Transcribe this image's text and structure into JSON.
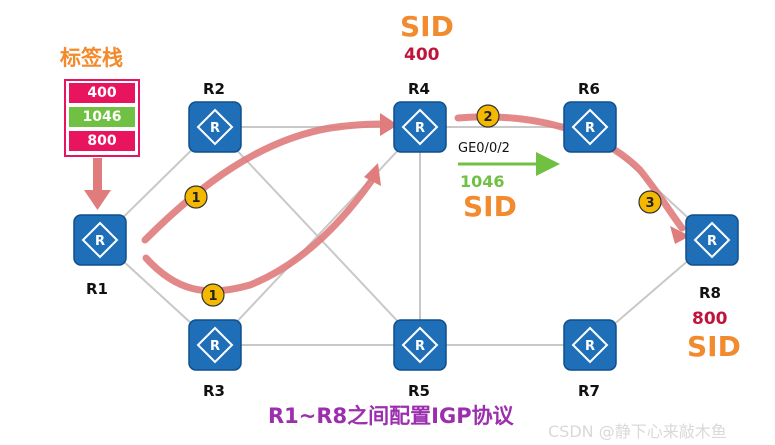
{
  "label_stack": {
    "title": "标签栈",
    "entries": [
      "400",
      "1046",
      "800"
    ],
    "colors": [
      "#e8155e",
      "#70c043",
      "#e8155e"
    ]
  },
  "routers": [
    {
      "id": "r1",
      "label": "R1"
    },
    {
      "id": "r2",
      "label": "R2"
    },
    {
      "id": "r3",
      "label": "R3"
    },
    {
      "id": "r4",
      "label": "R4"
    },
    {
      "id": "r5",
      "label": "R5"
    },
    {
      "id": "r6",
      "label": "R6"
    },
    {
      "id": "r7",
      "label": "R7"
    },
    {
      "id": "r8",
      "label": "R8"
    }
  ],
  "sids": {
    "r4": {
      "word": "SID",
      "value": "400"
    },
    "adj": {
      "word": "SID",
      "value": "1046",
      "interface": "GE0/0/2"
    },
    "r8": {
      "word": "SID",
      "value": "800"
    }
  },
  "steps": [
    "1",
    "1",
    "2",
    "3"
  ],
  "caption": "R1~R8之间配置IGP协议",
  "watermark": "CSDN @静下心来敲木鱼",
  "colors": {
    "router_fill": "#1f6fb8",
    "link": "#c8c8c8",
    "path_arrow": "#e07c7c",
    "sid_orange": "#f28a2e",
    "sid_red": "#c0143c",
    "adj_green": "#70c043",
    "caption_purple": "#9b2fae",
    "step_badge": "#f5b800"
  }
}
